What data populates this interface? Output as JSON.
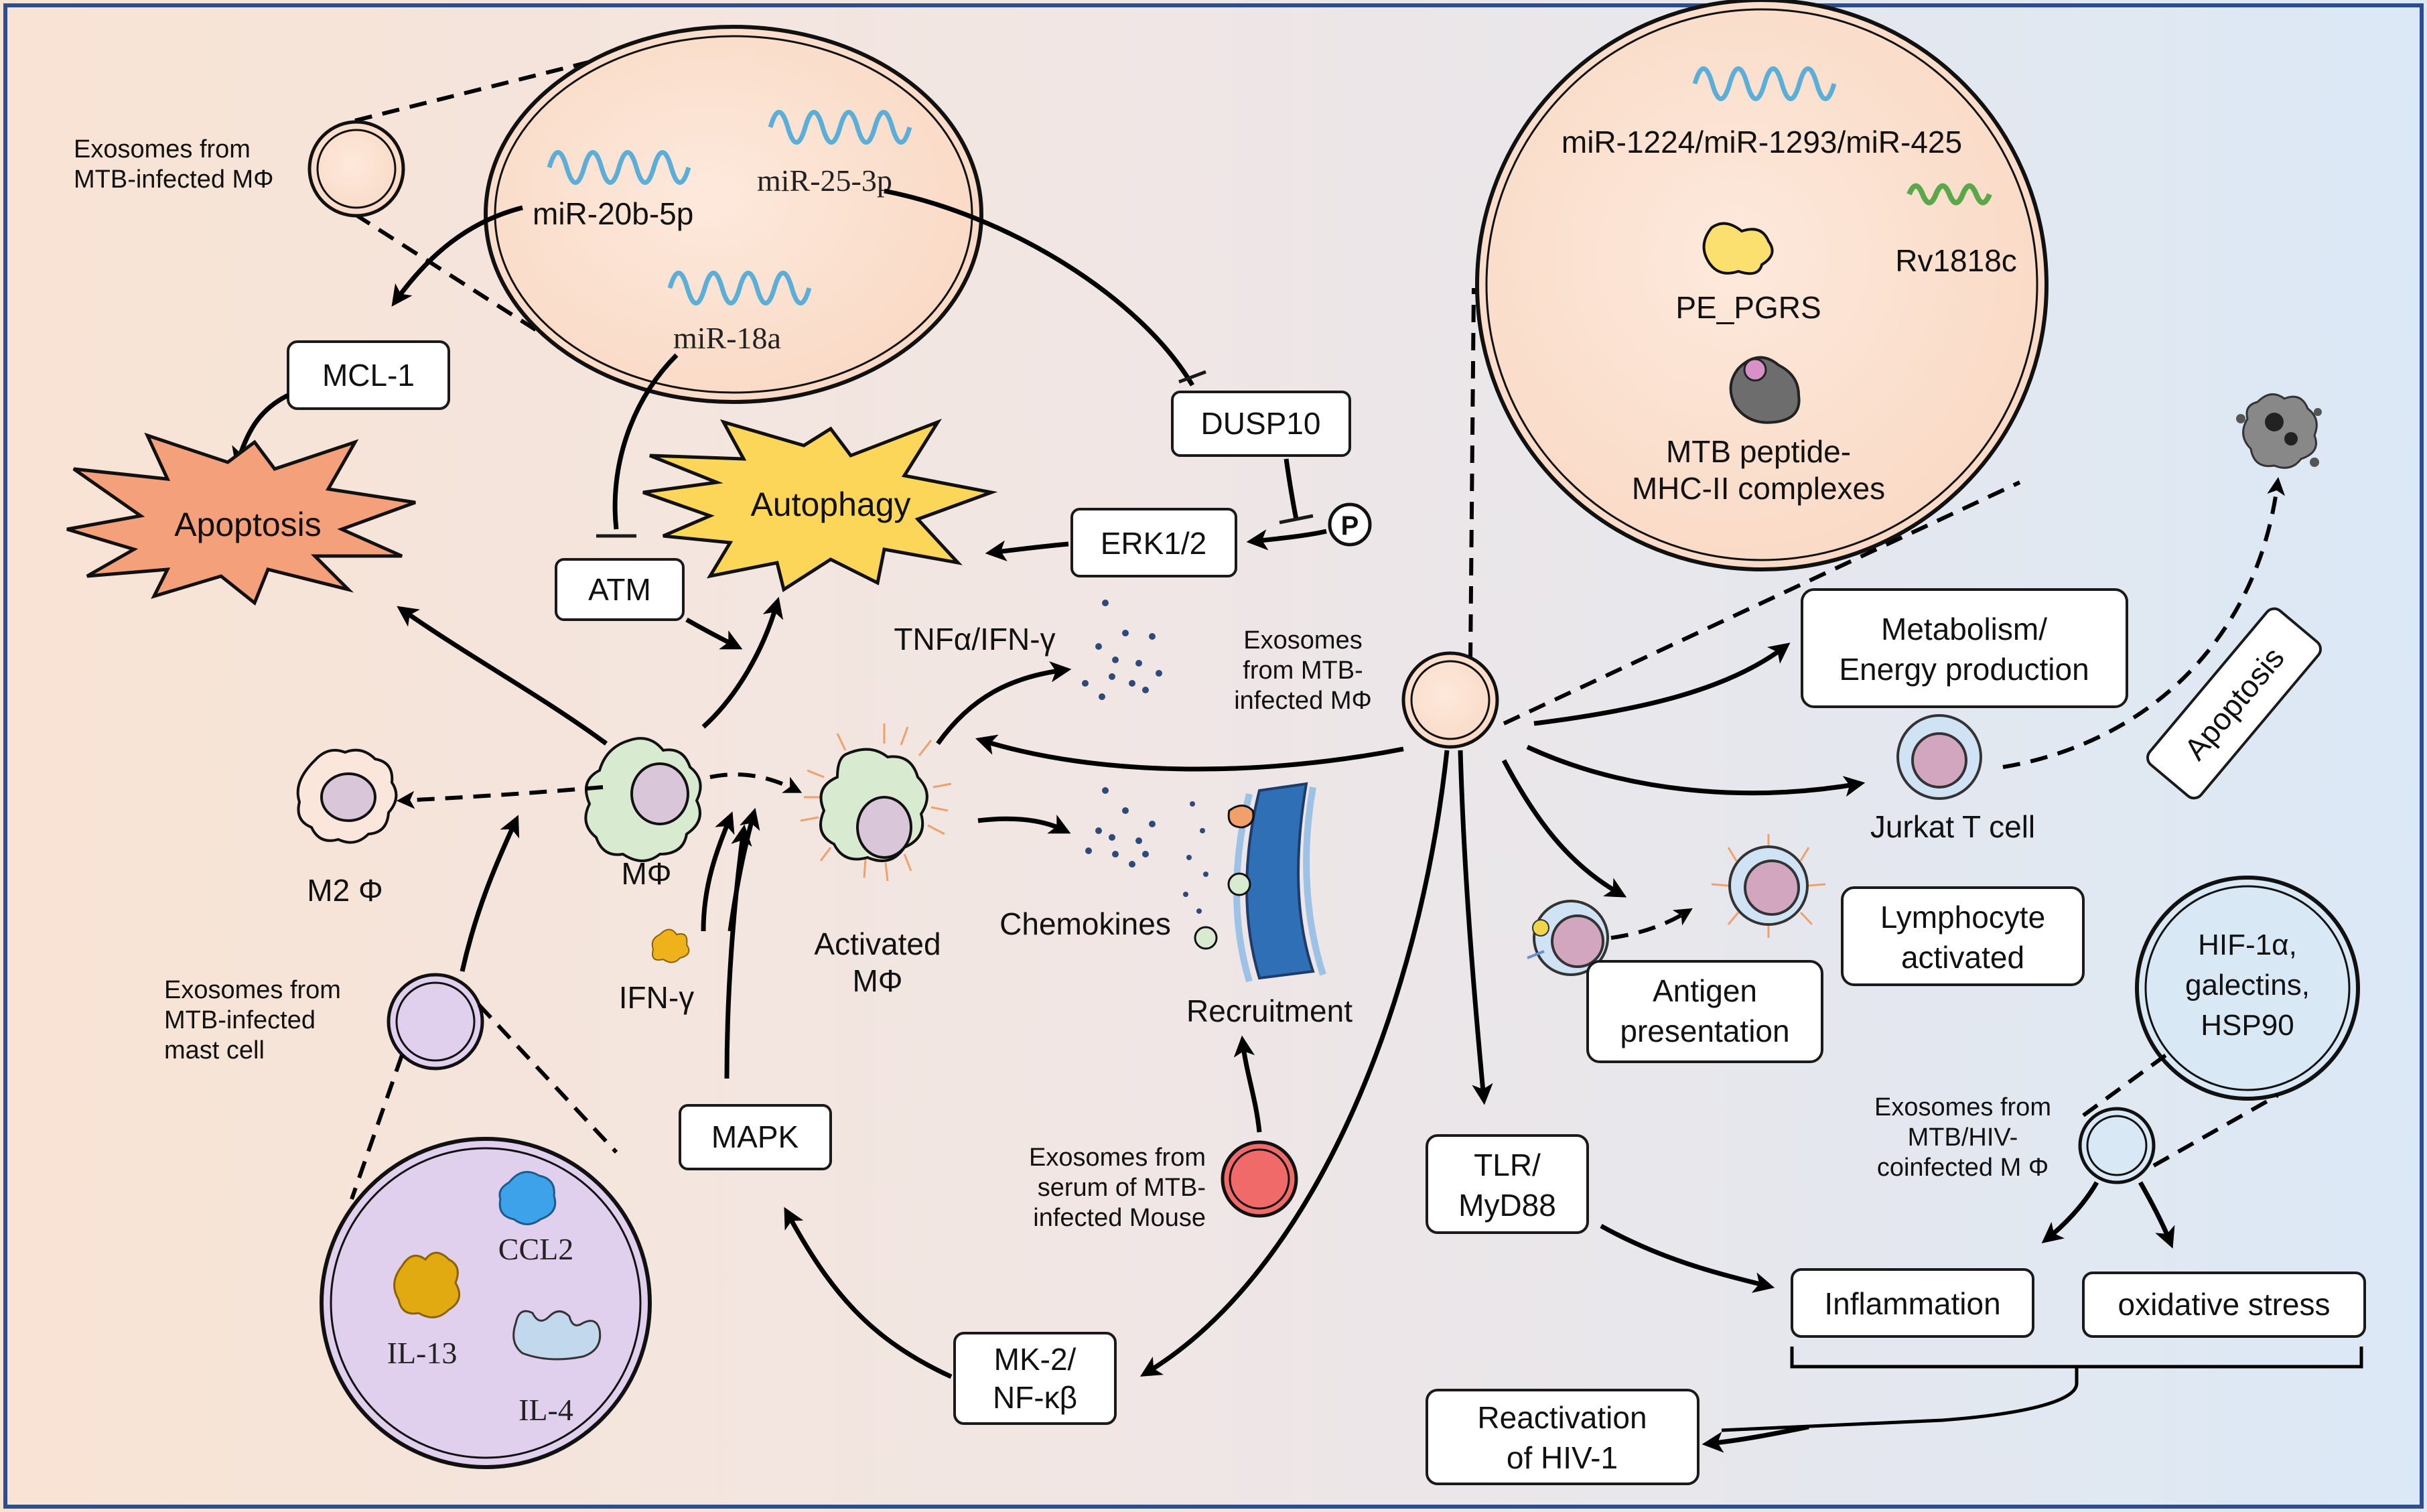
{
  "colors": {
    "bg_left": "#f8e5d8",
    "bg_right": "#dfeaf6",
    "frame": "#2c4d8f",
    "apoptosis_star": "#f4a07a",
    "autophagy_star": "#fbd55a",
    "exosome_mphi": "#fbe3d3",
    "mast_exosome": "#e0d0ee",
    "serum_exosome": "#f06a6a",
    "hiv_exosome": "#d9e8f5",
    "mrna": "#6cb8e0"
  },
  "icons": [
    "mirna-strand-icon",
    "macrophage-icon",
    "activated-macrophage-icon",
    "cytokine-dots-icon",
    "blood-vessel-icon",
    "t-cell-icon",
    "apoptotic-cell-icon",
    "phospho-icon",
    "ifn-gamma-blob-icon"
  ],
  "left_top": {
    "exo_label_1": "Exosomes from",
    "exo_label_2": "MTB-infected MΦ",
    "mirna_1": "miR-20b-5p",
    "mirna_2": "miR-25-3p",
    "mirna_3": "miR-18a"
  },
  "nodes": {
    "mcl1": "MCL-1",
    "apoptosis": "Apoptosis",
    "autophagy": "Autophagy",
    "atm": "ATM",
    "dusp10": "DUSP10",
    "erk": "ERK1/2",
    "phospho": "P",
    "tnf": "TNFα/IFN-γ",
    "m2": "M2 Φ",
    "mphi": "MΦ",
    "ifng": "IFN-γ",
    "activated_1": "Activated",
    "activated_2": "MΦ",
    "chemokines": "Chemokines",
    "recruitment": "Recruitment",
    "mapk": "MAPK",
    "mk2_1": "MK-2/",
    "mk2_2": "NF-κβ"
  },
  "mast": {
    "label_1": "Exosomes from",
    "label_2": "MTB-infected",
    "label_3": "mast cell",
    "ccl2": "CCL2",
    "il13": "IL-13",
    "il4": "IL-4"
  },
  "serum": {
    "label_1": "Exosomes from",
    "label_2": "serum of MTB-",
    "label_3": "infected Mouse"
  },
  "right_top": {
    "mirna": "miR-1224/miR-1293/miR-425",
    "pe_pgrs": "PE_PGRS",
    "rv": "Rv1818c",
    "mhc_1": "MTB peptide-",
    "mhc_2": "MHC-II complexes"
  },
  "center": {
    "label_1": "Exosomes",
    "label_2": "from MTB-",
    "label_3": "infected MΦ"
  },
  "right": {
    "metab_1": "Metabolism/",
    "metab_2": "Energy production",
    "apoptosis": "Apoptosis",
    "jurkat": "Jurkat T cell",
    "antigen_1": "Antigen",
    "antigen_2": "presentation",
    "lymph_1": "Lymphocyte",
    "lymph_2": "activated",
    "tlr_1": "TLR/",
    "tlr_2": "MyD88",
    "hif_1": "HIF-1α,",
    "hif_2": "galectins,",
    "hif_3": "HSP90",
    "hiv_1": "Exosomes from",
    "hiv_2": "MTB/HIV-",
    "hiv_3": "coinfected M Φ",
    "inflammation": "Inflammation",
    "oxidative": "oxidative stress",
    "reactivation_1": "Reactivation",
    "reactivation_2": "of HIV-1"
  }
}
